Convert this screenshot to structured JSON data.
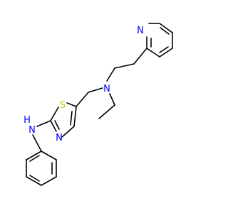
{
  "molecule": {
    "atoms": [
      {
        "id": "pyN",
        "label": "N",
        "color": "#0000ff"
      },
      {
        "id": "amineN",
        "label": "N",
        "color": "#0000ff"
      },
      {
        "id": "thS",
        "label": "S",
        "color": "#cccc00"
      },
      {
        "id": "thN",
        "label": "N",
        "color": "#0000ff"
      },
      {
        "id": "nhN",
        "label": "N",
        "color": "#0000ff"
      },
      {
        "id": "nhH",
        "label": "H",
        "color": "#0000ff"
      }
    ],
    "colors": {
      "bond": "#000000",
      "nitrogen": "#0000ff",
      "sulfur": "#cccc00",
      "background": "#ffffff"
    }
  }
}
